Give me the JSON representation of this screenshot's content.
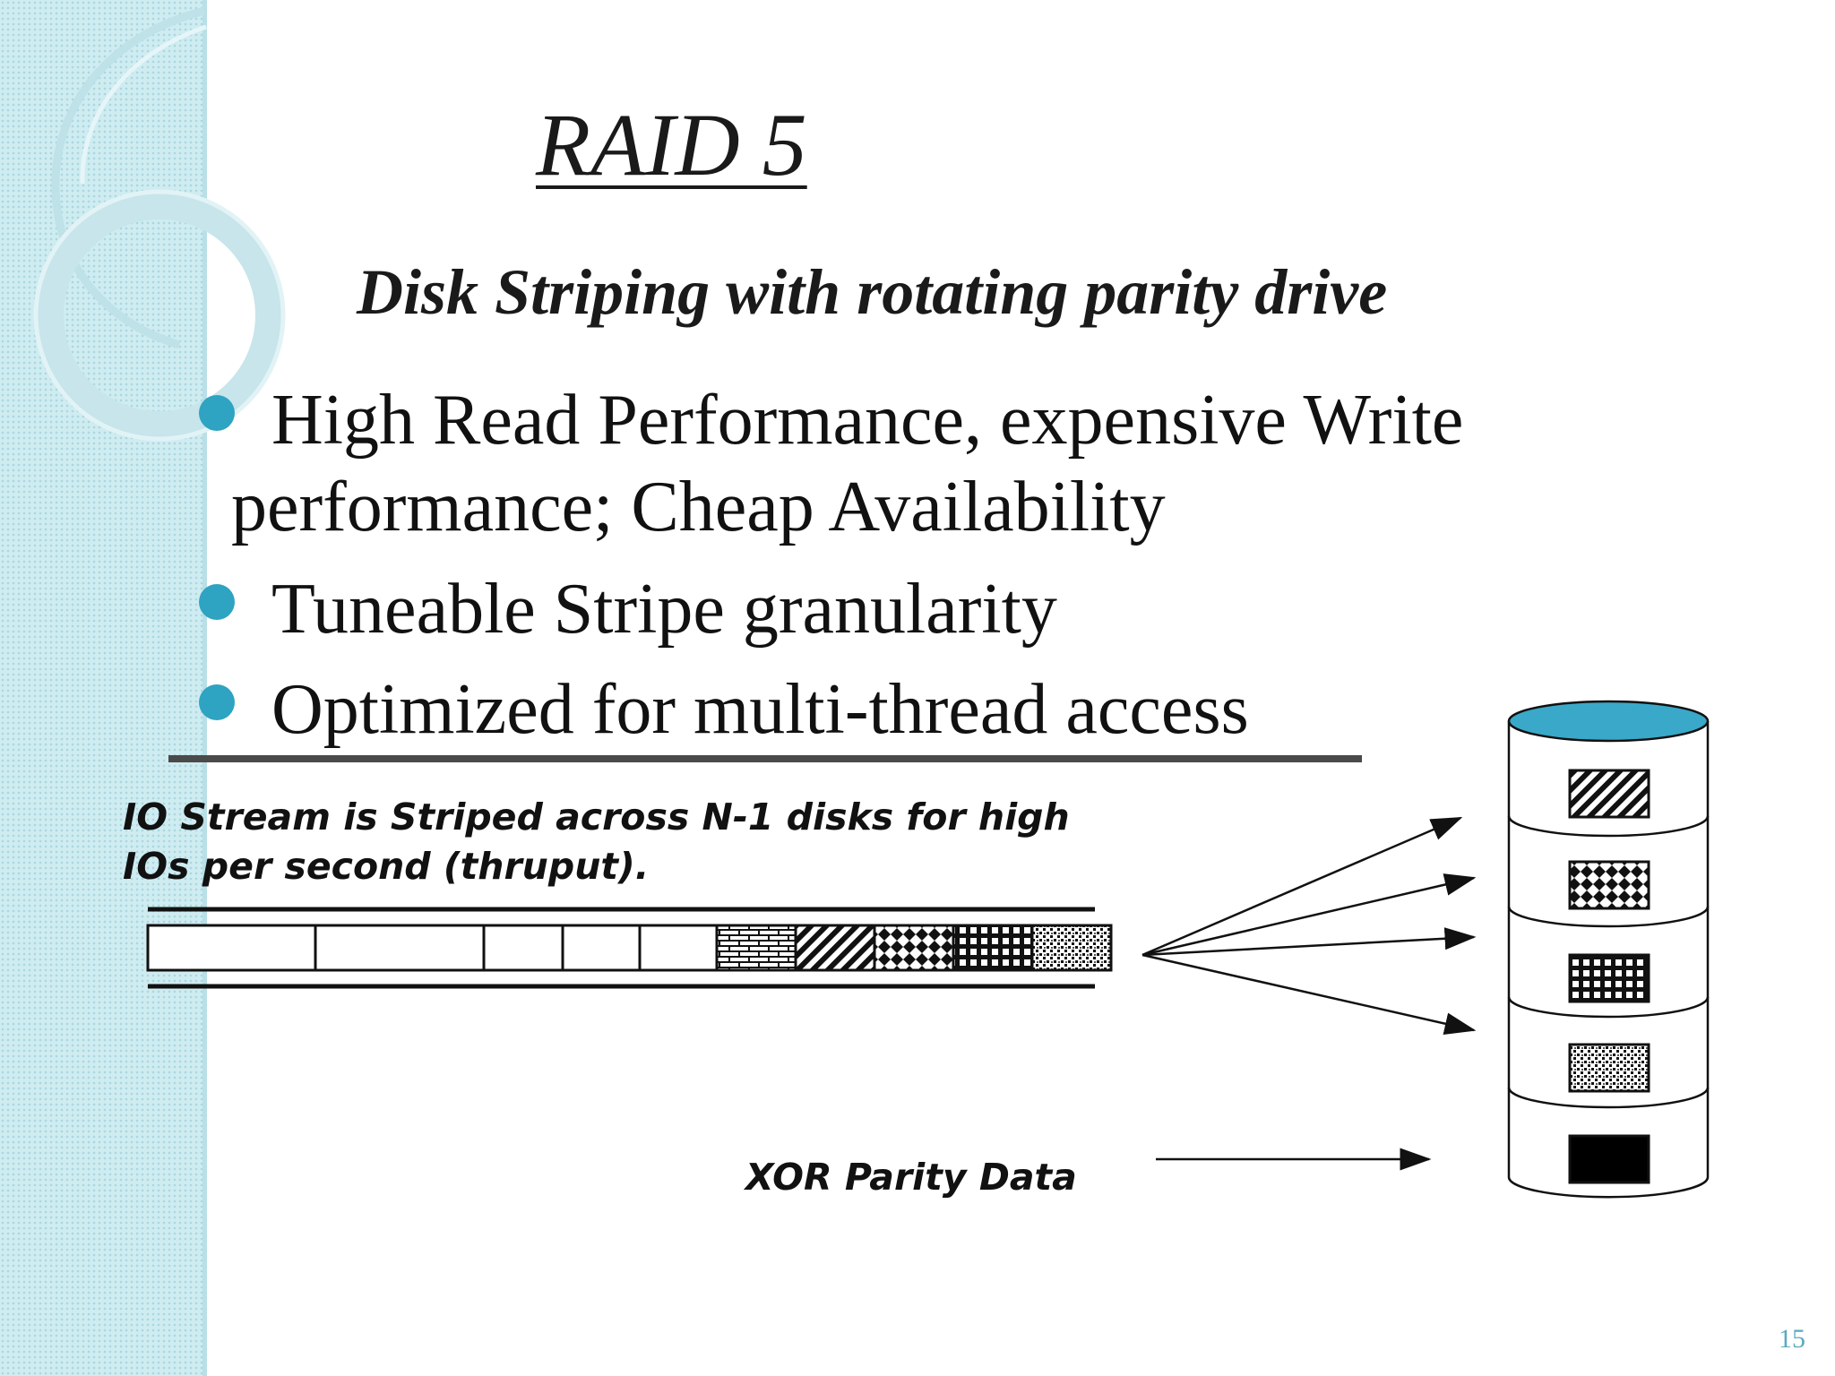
{
  "slide": {
    "title": "RAID 5",
    "subtitle": "Disk Striping with rotating parity drive",
    "bullets": [
      {
        "line1": "High Read Performance, expensive Write",
        "line2": "performance;  Cheap Availability"
      },
      {
        "line1": "Tuneable Stripe granularity"
      },
      {
        "line1": "Optimized for multi-thread access"
      }
    ],
    "page_number": "15"
  },
  "diagram": {
    "io_note_line1": "IO Stream is Striped across N-1 disks for high",
    "io_note_line2": "IOs per second (thruput).",
    "xor_label": "XOR Parity Data",
    "stream_empty_segments": 5,
    "stream_patterns": [
      "brick",
      "diagonal",
      "diamond",
      "grid",
      "stipple"
    ],
    "disk_patterns": [
      "diagonal",
      "diamond",
      "grid",
      "stipple",
      "solid"
    ]
  },
  "colors": {
    "accent": "#2ea3c2",
    "sidebar": "#cfecf1",
    "disk_top": "#3aa8c8",
    "ink": "#111111"
  }
}
